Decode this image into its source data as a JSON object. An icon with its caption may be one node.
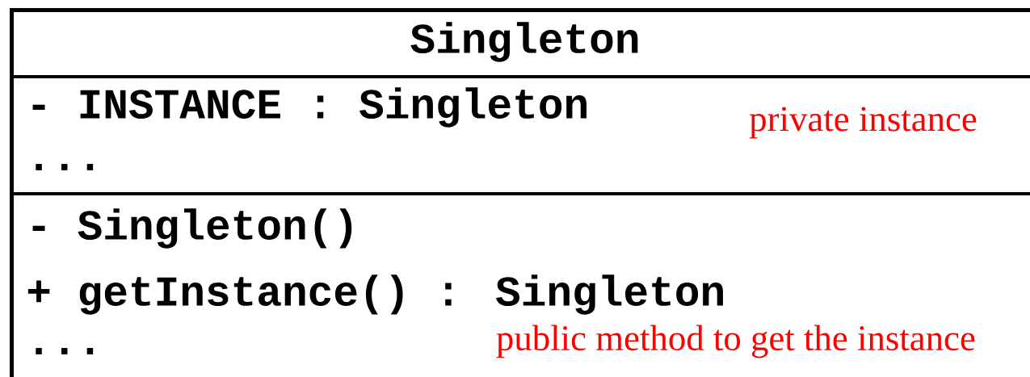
{
  "diagram": {
    "nodes": [
      {
        "text": [
          "Singleton",
          "- INSTANCE : Singleton",
          "...",
          "- Singleton()",
          "+ getInstance() : Singleton",
          "..."
        ]
      }
    ],
    "labels": [
      "private instance",
      "public method to get the instance"
    ]
  }
}
